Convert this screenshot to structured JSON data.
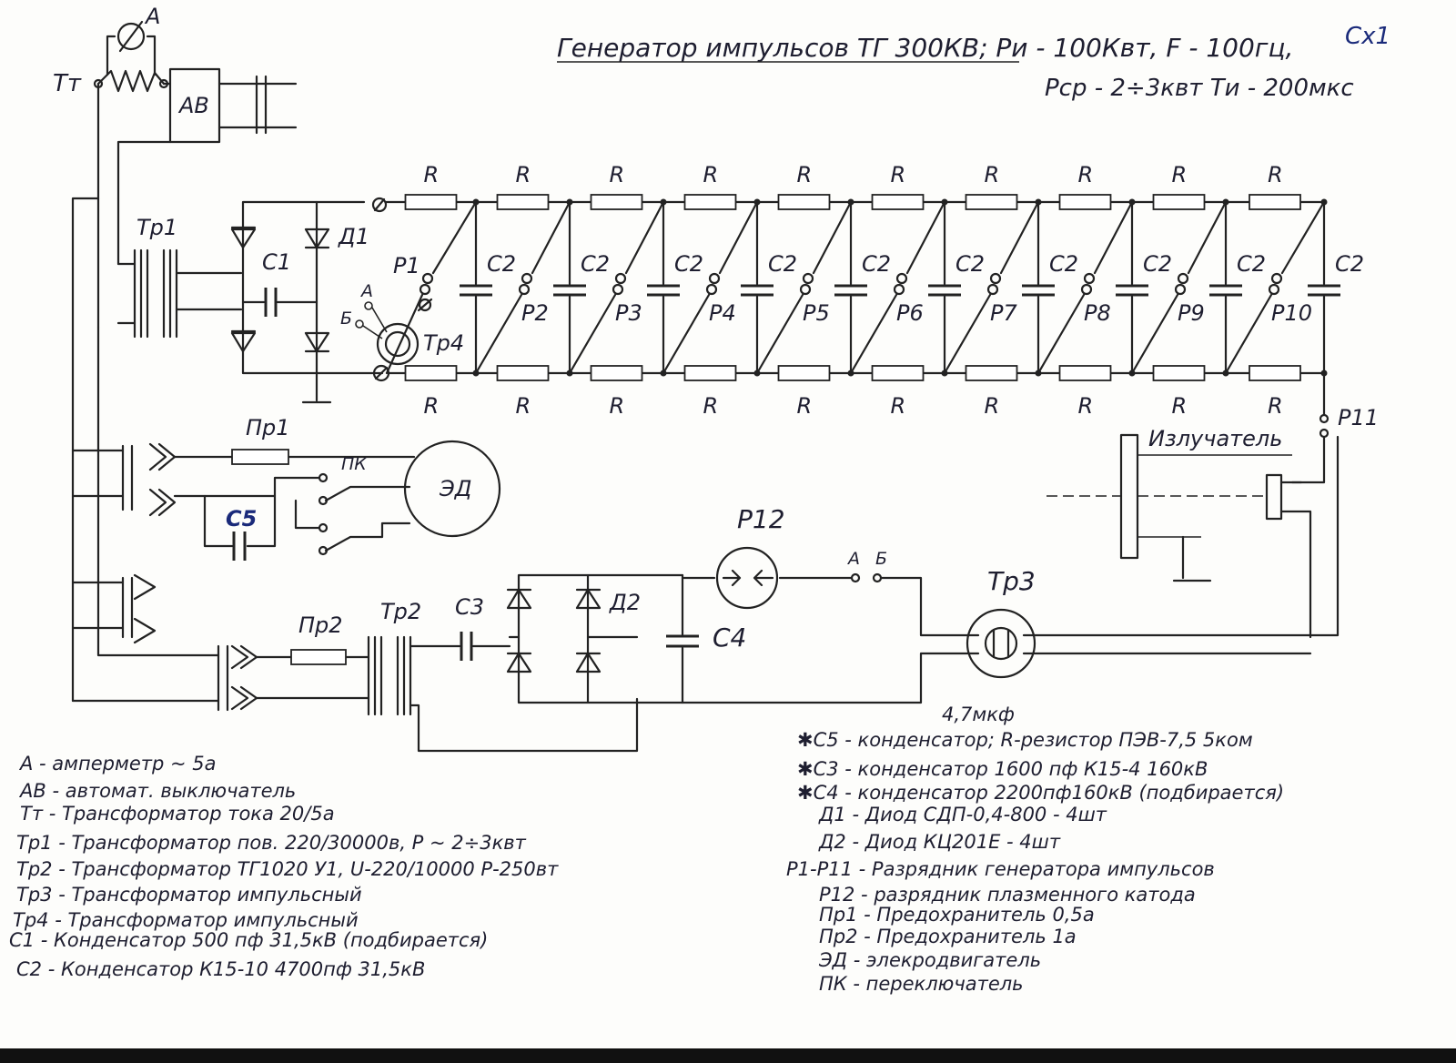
{
  "header": {
    "title_line1": "Генератор импульсов ТГ 300КВ; Ри - 100Квт, F - 100гц,",
    "title_line2": "Рср - 2÷3квт  Ти - 200мкс",
    "sheet_id": "Сх1"
  },
  "labels": {
    "ammeter": "А",
    "tt": "Тт",
    "av": "АВ",
    "tr1": "Тр1",
    "tr2": "Тр2",
    "tr3": "Тр3",
    "tr4": "Тр4",
    "c1": "С1",
    "c2": "С2",
    "c3": "С3",
    "c4": "С4",
    "c5": "С5",
    "d1": "Д1",
    "d2": "Д2",
    "r": "R",
    "pr1": "Пр1",
    "pr2": "Пр2",
    "pk": "ПК",
    "ed": "ЭД",
    "p11": "Р11",
    "p12": "Р12",
    "emitter": "Излучатель",
    "tap_a": "А",
    "tap_b": "Б",
    "arresters": [
      "Р1",
      "Р2",
      "Р3",
      "Р4",
      "Р5",
      "Р6",
      "Р7",
      "Р8",
      "Р9",
      "Р10"
    ]
  },
  "legend_left": [
    "А  -  амперметр ~ 5а",
    "АВ  -  автомат. выключатель",
    "Тт  -  Трансформатор тока 20/5а",
    "Тр1 - Трансформатор пов. 220/30000в,  Р ~ 2÷3квт",
    "Тр2 - Трансформатор  ТГ1020 У1,  U-220/10000  Р-250вт",
    "Тр3 - Трансформатор  импульсный",
    "Тр4 - Трансформатор  импульсный",
    "С1  - Конденсатор  500 пф          31,5кВ (подбирается)",
    "С2  - Конденсатор  К15-10  4700пф 31,5кВ"
  ],
  "legend_right": [
    "4,7мкф",
    "✱С5 - конденсатор;  R-резистор ПЭВ-7,5  5ком",
    "✱С3 - конденсатор 1600 пф  К15-4  160кВ",
    "✱С4 - конденсатор  2200пф160кВ (подбирается)",
    "Д1  - Диод  СДП-0,4-800 - 4шт",
    "Д2 - Диод  КЦ201Е - 4шт",
    "Р1-Р11 - Разрядник генератора импульсов",
    "Р12 - разрядник плазменного катода",
    "Пр1 - Предохранитель 0,5а",
    "Пр2 - Предохранитель 1а",
    "ЭД - элекродвигатель",
    "ПК - переключатель"
  ],
  "colors": {
    "ink": "#222222",
    "pencil_blue": "#1a2a7a",
    "paper": "#fdfdfb"
  }
}
